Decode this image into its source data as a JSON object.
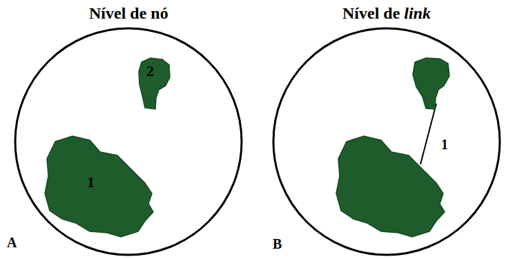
{
  "diagram": {
    "nodes": [
      {
        "text": [
          "Nível de nó"
        ]
      },
      {
        "text": [
          "1"
        ],
        "in": 0
      },
      {
        "text": [
          "2"
        ],
        "in": 0
      },
      {
        "text": [
          "Nível de link"
        ]
      }
    ],
    "labels": [
      "A",
      "1",
      "B"
    ]
  }
}
